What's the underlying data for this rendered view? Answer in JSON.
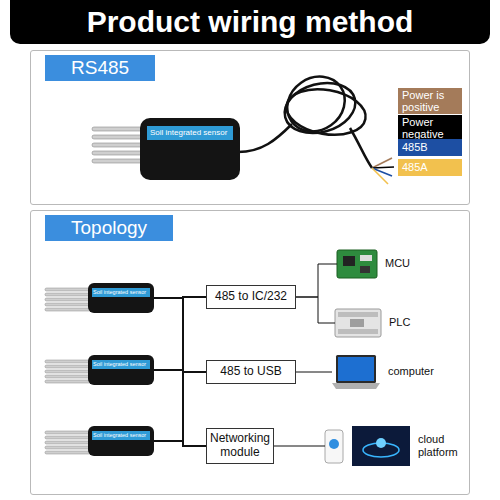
{
  "diagram": {
    "title": "Product wiring method",
    "nodes": [
      {
        "text": [
          "RS485"
        ]
      },
      {
        "text": [
          "Soil integrated sensor"
        ],
        "in": 0
      },
      {
        "text": [
          "Topology"
        ]
      },
      {
        "text": [
          "Soil integrated sensor"
        ],
        "in": 2
      },
      {
        "text": [
          "Soil integrated sensor"
        ],
        "in": 2
      },
      {
        "text": [
          "Soil integrated sensor"
        ],
        "in": 2
      },
      {
        "text": [
          "485 to IC/232"
        ],
        "in": 2
      },
      {
        "text": [
          "485 to USB"
        ],
        "in": 2
      },
      {
        "text": [
          "Networking module"
        ],
        "in": 2
      },
      {
        "text": [
          "MCU"
        ],
        "in": 2
      },
      {
        "text": [
          "PLC"
        ],
        "in": 2
      },
      {
        "text": [
          "computer"
        ],
        "in": 2
      },
      {
        "text": [
          "cloud platform"
        ],
        "in": 2
      }
    ],
    "edges": [
      {
        "from": 3,
        "to": 6,
        "arrow": "none"
      },
      {
        "from": 3,
        "to": 7,
        "arrow": "none"
      },
      {
        "from": 3,
        "to": 8,
        "arrow": "none"
      },
      {
        "from": 4,
        "to": 6,
        "arrow": "none"
      },
      {
        "from": 4,
        "to": 7,
        "arrow": "none"
      },
      {
        "from": 4,
        "to": 8,
        "arrow": "none"
      },
      {
        "from": 5,
        "to": 6,
        "arrow": "none"
      },
      {
        "from": 5,
        "to": 7,
        "arrow": "none"
      },
      {
        "from": 5,
        "to": 8,
        "arrow": "none"
      },
      {
        "from": 6,
        "to": 9,
        "arrow": "none"
      },
      {
        "from": 6,
        "to": 10,
        "arrow": "none"
      },
      {
        "from": 7,
        "to": 11,
        "arrow": "none"
      },
      {
        "from": 8,
        "to": 12,
        "arrow": "none"
      }
    ],
    "legend": [
      {
        "text": "Power is positive",
        "color": "#a47b5a"
      },
      {
        "text": "Power negative",
        "color": "#000000"
      },
      {
        "text": "485B",
        "color": "#1d4fa3"
      },
      {
        "text": "485A",
        "color": "#f2c14e"
      }
    ]
  }
}
